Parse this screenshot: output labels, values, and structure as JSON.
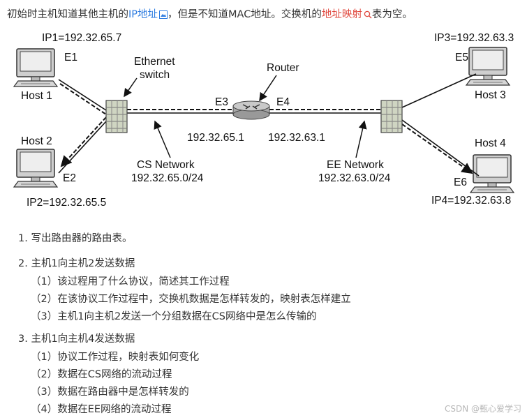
{
  "intro": {
    "prefix": "初始时主机知道其他主机的",
    "link_ip": "IP地址",
    "middle": "，但是不知道MAC地址。交换机的",
    "link_map": "地址映射",
    "suffix": "表为空。"
  },
  "diagram": {
    "ip1": "IP1=192.32.65.7",
    "e1": "E1",
    "host1": "Host 1",
    "host2": "Host 2",
    "e2": "E2",
    "ip2": "IP2=192.32.65.5",
    "switch_line1": "Ethernet",
    "switch_line2": "switch",
    "router": "Router",
    "e3": "E3",
    "e4": "E4",
    "router_ip_left": "192.32.65.1",
    "router_ip_right": "192.32.63.1",
    "cs_network": "CS Network",
    "cs_subnet": "192.32.65.0/24",
    "ee_network": "EE Network",
    "ee_subnet": "192.32.63.0/24",
    "ip3": "IP3=192.32.63.3",
    "e5": "E5",
    "host3": "Host 3",
    "host4": "Host 4",
    "e6": "E6",
    "ip4": "IP4=192.32.63.8"
  },
  "questions": {
    "q1": "1. 写出路由器的路由表。",
    "q2": "2. 主机1向主机2发送数据",
    "q2_1": "（1）该过程用了什么协议，简述其工作过程",
    "q2_2": "（2）在该协议工作过程中，交换机数据是怎样转发的，映射表怎样建立",
    "q2_3": "（3）主机1向主机2发送一个分组数据在CS网络中是怎么传输的",
    "q3": "3. 主机1向主机4发送数据",
    "q3_1": "（1）协议工作过程，映射表如何变化",
    "q3_2": "（2）数据在CS网络的流动过程",
    "q3_3": "（3）数据在路由器中是怎样转发的",
    "q3_4": "（4）数据在EE网络的流动过程"
  },
  "watermark": "CSDN @甄心爱学习",
  "colors": {
    "link_blue": "#2f7de1",
    "link_red": "#e0483e"
  },
  "icons": [
    "image-link-icon",
    "search-icon",
    "computer-icon",
    "switch-icon",
    "router-icon"
  ]
}
